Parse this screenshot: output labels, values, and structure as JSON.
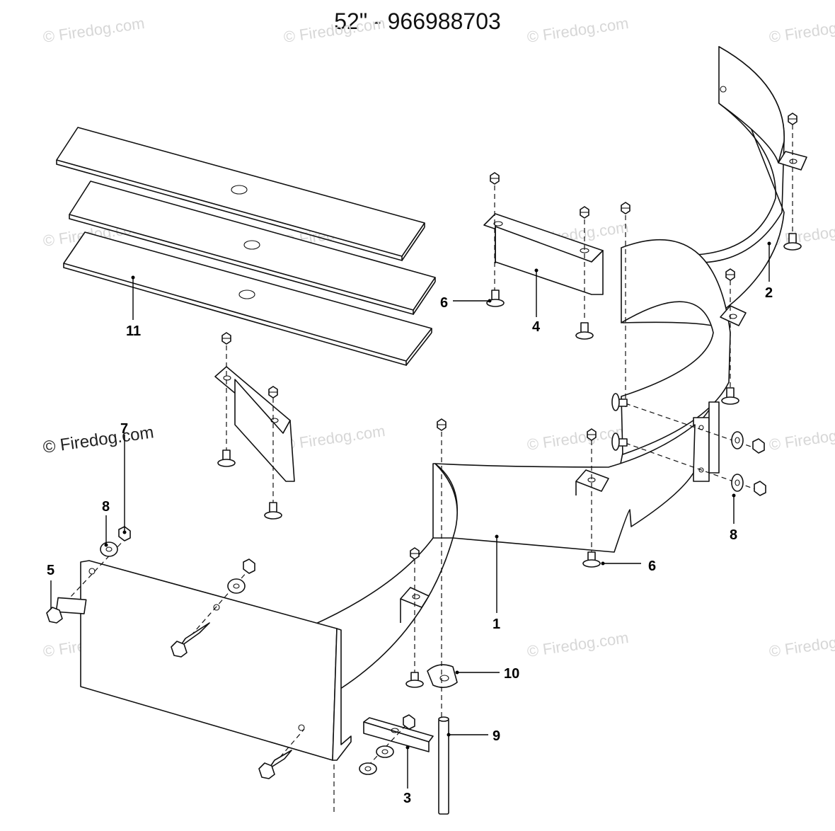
{
  "title": "52\" - 966988703",
  "watermark": {
    "text": "© Firedog.com",
    "color": "#d7d7d7"
  },
  "callouts": {
    "c1": "1",
    "c2": "2",
    "c3": "3",
    "c4": "4",
    "c5": "5",
    "c6a": "6",
    "c6b": "6",
    "c7": "7",
    "c8a": "8",
    "c8b": "8",
    "c9": "9",
    "c10": "10",
    "c11": "11"
  }
}
